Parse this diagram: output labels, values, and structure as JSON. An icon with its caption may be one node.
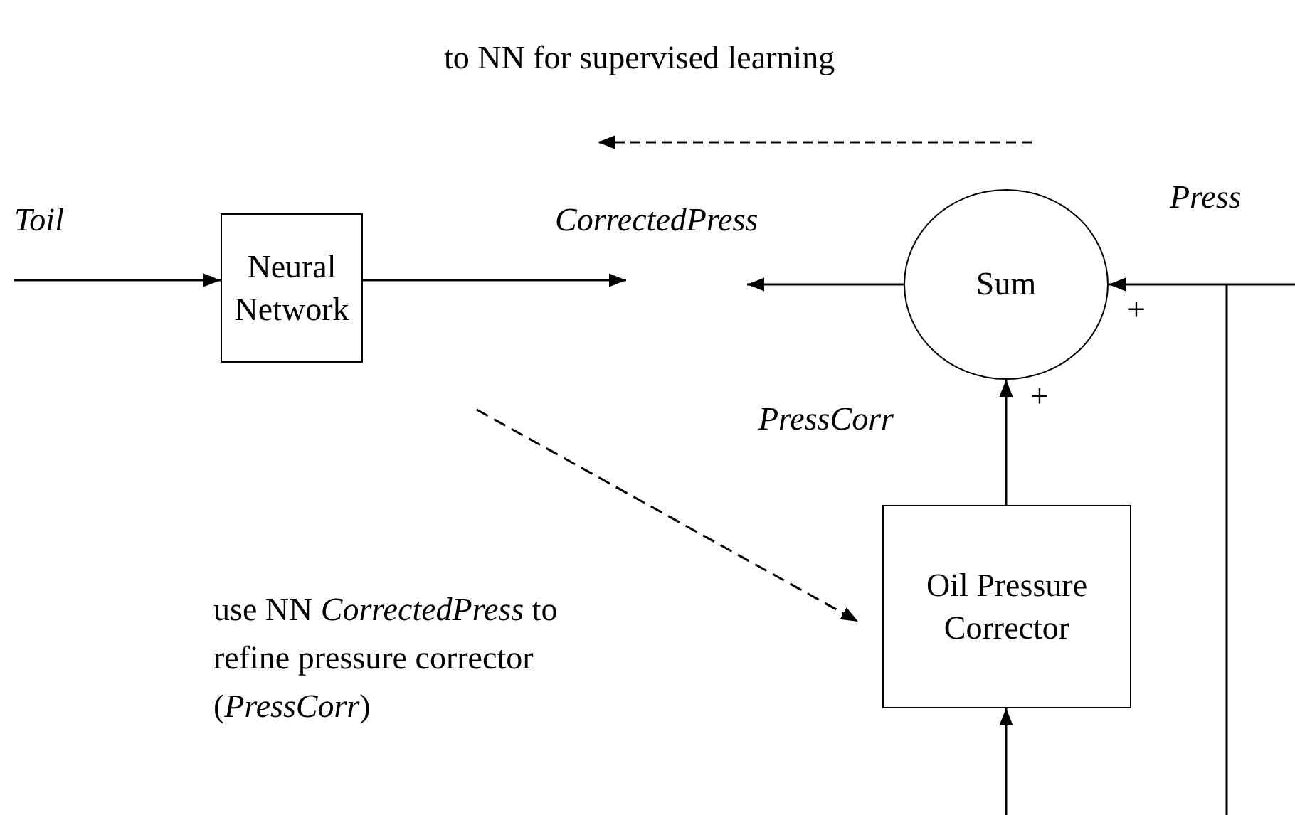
{
  "diagram": {
    "nodes": [
      {
        "text": [
          "Neural Network"
        ]
      },
      {
        "text": [
          "Sum"
        ]
      },
      {
        "text": [
          "Oil Pressure Corrector"
        ]
      }
    ],
    "edges": [
      {
        "from": null,
        "to": 0,
        "arrow": "to"
      },
      {
        "from": 0,
        "to": null,
        "arrow": "to"
      },
      {
        "from": 1,
        "to": null,
        "arrow": "to"
      },
      {
        "from": null,
        "to": 1,
        "arrow": "to"
      },
      {
        "from": 2,
        "to": 1,
        "arrow": "to"
      },
      {
        "from": null,
        "to": 2,
        "arrow": "to"
      },
      {
        "from": null,
        "to": 2,
        "arrow": "to",
        "style": "dashed"
      }
    ],
    "labels": [
      "to NN for supervised learning",
      "Toil",
      "CorrectedPress",
      "Press",
      "PressCorr",
      "+",
      "+",
      "use NN *CorrectedPress* to refine pressure corrector (*PressCorr*)"
    ]
  }
}
